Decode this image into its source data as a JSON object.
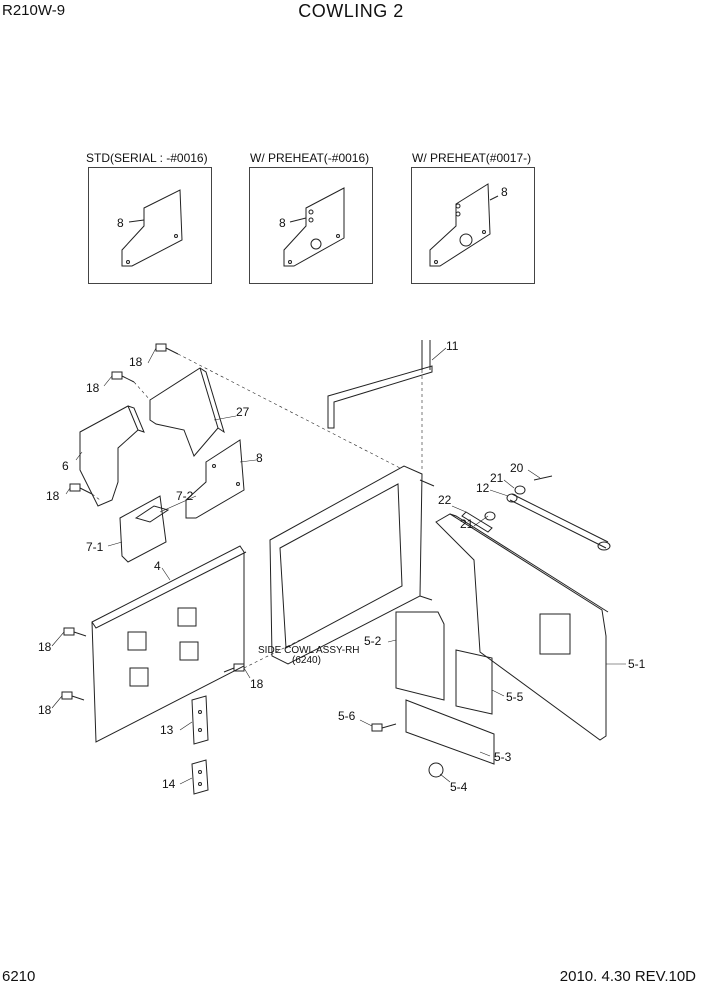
{
  "header": {
    "model": "R210W-9",
    "title": "COWLING 2"
  },
  "footer": {
    "page_number": "6210",
    "revision": "2010. 4.30  REV.10D"
  },
  "variants": [
    {
      "caption": "STD(SERIAL : -#0016)",
      "part_label": "8"
    },
    {
      "caption": "W/ PREHEAT(-#0016)",
      "part_label": "8"
    },
    {
      "caption": "W/ PREHEAT(#0017-)",
      "part_label": "8"
    }
  ],
  "callouts": {
    "c18a": "18",
    "c18b": "18",
    "c18c": "18",
    "c18d": "18",
    "c18e": "18",
    "c18f": "18",
    "c6": "6",
    "c27": "27",
    "c8": "8",
    "c72": "7-2",
    "c71": "7-1",
    "c4": "4",
    "c11": "11",
    "c13": "13",
    "c14": "14",
    "c20": "20",
    "c21a": "21",
    "c12": "12",
    "c22": "22",
    "c21b": "21",
    "c52": "5-2",
    "c55": "5-5",
    "c56": "5-6",
    "c53": "5-3",
    "c54": "5-4",
    "c51": "5-1"
  },
  "notes": {
    "side_cowl": "SIDE COWL ASSY-RH",
    "side_cowl_ref": "(6240)"
  }
}
